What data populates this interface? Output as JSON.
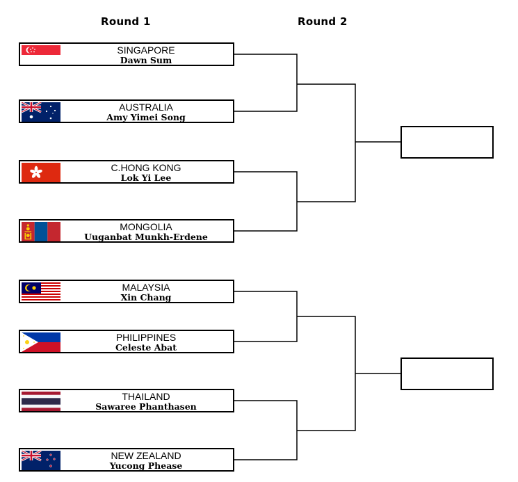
{
  "rounds": [
    "Round 1",
    "Round 2"
  ],
  "players": [
    {
      "country": "SINGAPORE",
      "name": "Dawn Sum",
      "flag": "singapore-flag"
    },
    {
      "country": "AUSTRALIA",
      "name": "Amy Yimei Song",
      "flag": "australia-flag"
    },
    {
      "country": "C.HONG KONG",
      "name": "Lok Yi Lee",
      "flag": "hong-kong-flag"
    },
    {
      "country": "MONGOLIA",
      "name": "Uuganbat Munkh-Erdene",
      "flag": "mongolia-flag"
    },
    {
      "country": "MALAYSIA",
      "name": "Xin Chang",
      "flag": "malaysia-flag"
    },
    {
      "country": "PHILIPPINES",
      "name": "Celeste Abat",
      "flag": "philippines-flag"
    },
    {
      "country": "THAILAND",
      "name": "Sawaree Phanthasen",
      "flag": "thailand-flag"
    },
    {
      "country": "NEW ZEALAND",
      "name": "Yucong Phease",
      "flag": "new-zealand-flag"
    }
  ],
  "round2": [
    {
      "name": ""
    },
    {
      "name": ""
    }
  ]
}
